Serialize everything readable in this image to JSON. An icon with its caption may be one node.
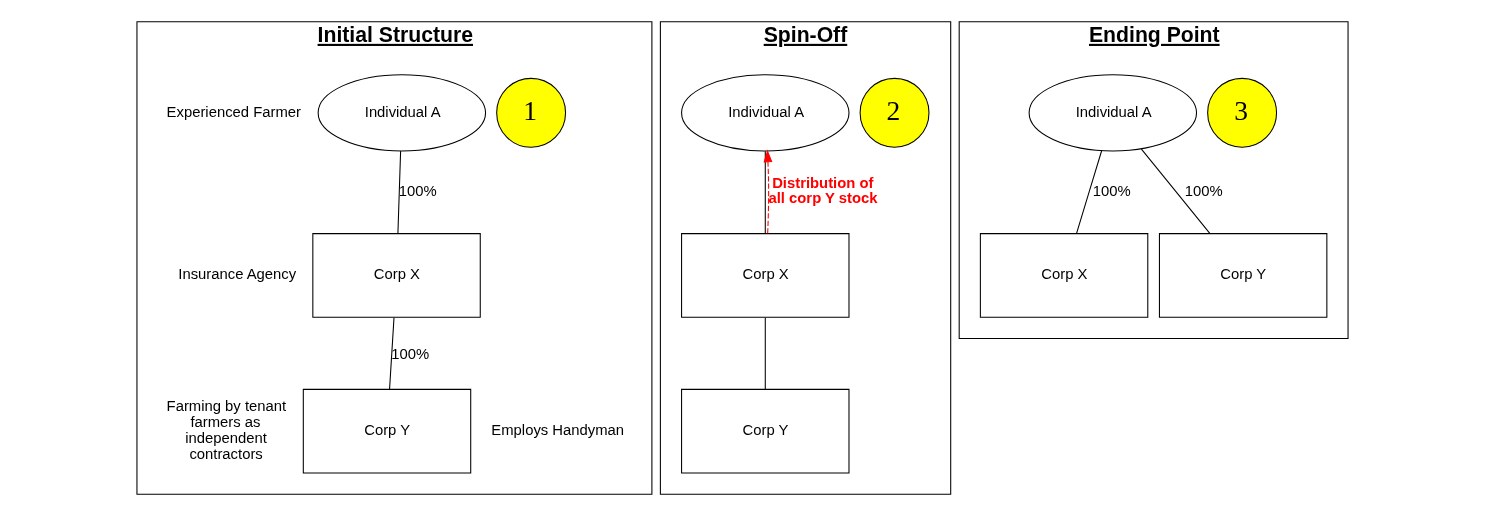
{
  "diagram": {
    "nodes": [
      {
        "text": [
          "Initial Structure"
        ]
      },
      {
        "text": [
          "Individual A"
        ],
        "in": 0,
        "beside": [
          "Experienced Farmer"
        ]
      },
      {
        "text": [
          "1"
        ],
        "in": 0
      },
      {
        "text": [
          "Corp X"
        ],
        "in": 0,
        "beside": [
          "Insurance Agency"
        ]
      },
      {
        "text": [
          "Corp Y"
        ],
        "in": 0,
        "beside": [
          "Farming by tenant farmers as independent contractors",
          "Employs Handyman"
        ]
      },
      {
        "text": [
          "Spin-Off"
        ]
      },
      {
        "text": [
          "Individual A"
        ],
        "in": 5
      },
      {
        "text": [
          "2"
        ],
        "in": 5
      },
      {
        "text": [
          "Corp X"
        ],
        "in": 5
      },
      {
        "text": [
          "Corp Y"
        ],
        "in": 5
      },
      {
        "text": [
          "Ending Point"
        ]
      },
      {
        "text": [
          "3"
        ],
        "in": 10
      },
      {
        "text": [
          "Individual A"
        ],
        "in": 10
      },
      {
        "text": [
          "Corp X"
        ],
        "in": 10
      },
      {
        "text": [
          "Corp Y"
        ],
        "in": 10
      }
    ],
    "edges": [
      {
        "from": 1,
        "to": 3,
        "arrow": "none",
        "label": "100%"
      },
      {
        "from": 3,
        "to": 4,
        "arrow": "none",
        "label": "100%"
      },
      {
        "from": 6,
        "to": 8,
        "arrow": "none"
      },
      {
        "from": 8,
        "to": 9,
        "arrow": "none"
      },
      {
        "from": 8,
        "to": 6,
        "arrow": "to",
        "style": "dashed",
        "color": "#ff0000",
        "label": "Distribution of all corp Y stock"
      },
      {
        "from": 12,
        "to": 13,
        "arrow": "none",
        "label": "100%"
      },
      {
        "from": 12,
        "to": 14,
        "arrow": "none",
        "label": "100%"
      }
    ]
  }
}
